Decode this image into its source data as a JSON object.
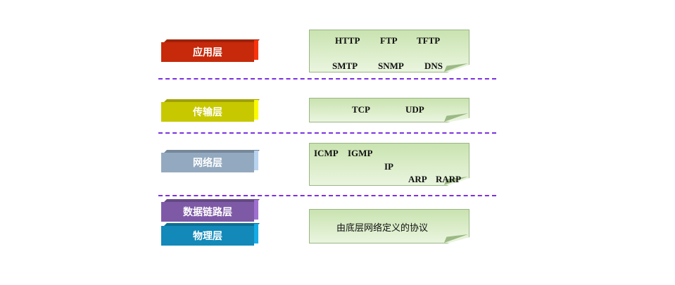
{
  "layers": {
    "application": "应用层",
    "transport": "传输层",
    "network": "网络层",
    "datalink": "数据链路层",
    "physical": "物理层"
  },
  "protocols": {
    "application": [
      "HTTP",
      "FTP",
      "TFTP",
      "SMTP",
      "SNMP",
      "DNS"
    ],
    "transport": [
      "TCP",
      "UDP"
    ],
    "network": [
      "ICMP",
      "IGMP",
      "IP",
      "ARP",
      "RARP"
    ],
    "lower": "由底层网络定义的协议"
  },
  "colors": {
    "application": "#c62a0a",
    "transport": "#c8c800",
    "network": "#93a9bf",
    "datalink": "#7e5aa6",
    "physical": "#1289b8",
    "divider": "#7b2fe0",
    "box": "#d4ebc0"
  }
}
